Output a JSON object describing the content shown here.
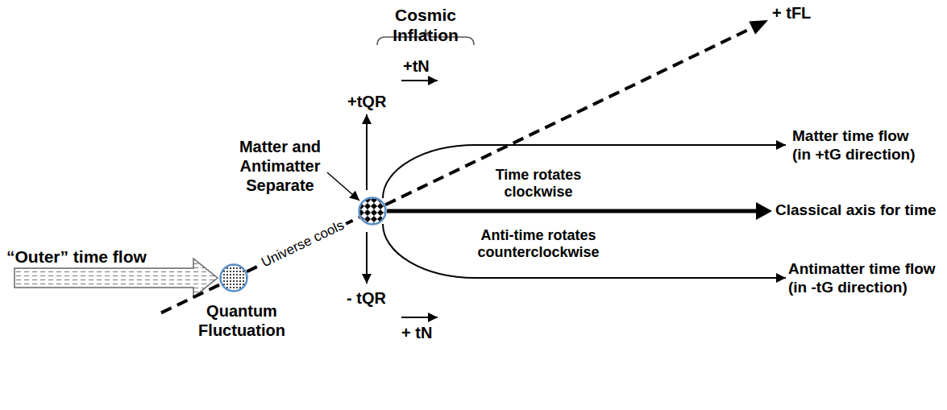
{
  "diagram": {
    "nodes": [
      {
        "text": [
          "Quantum Fluctuation"
        ]
      },
      {
        "text": [
          "Matter and Antimatter Separate"
        ]
      }
    ],
    "edges": [
      {
        "from": 0,
        "to": 1,
        "arrow": "none",
        "label": "Universe cools"
      }
    ],
    "labels": [
      "Cosmic Inflation",
      "+ tFL",
      "+tN",
      "+tQR",
      "Matter time flow (in +tG direction)",
      "Time rotates clockwise",
      "Classical axis for time",
      "Anti-time rotates counterclockwise",
      "- tQR",
      "+ tN",
      "Antimatter time flow (in -tG direction)",
      "“Outer” time flow"
    ]
  }
}
